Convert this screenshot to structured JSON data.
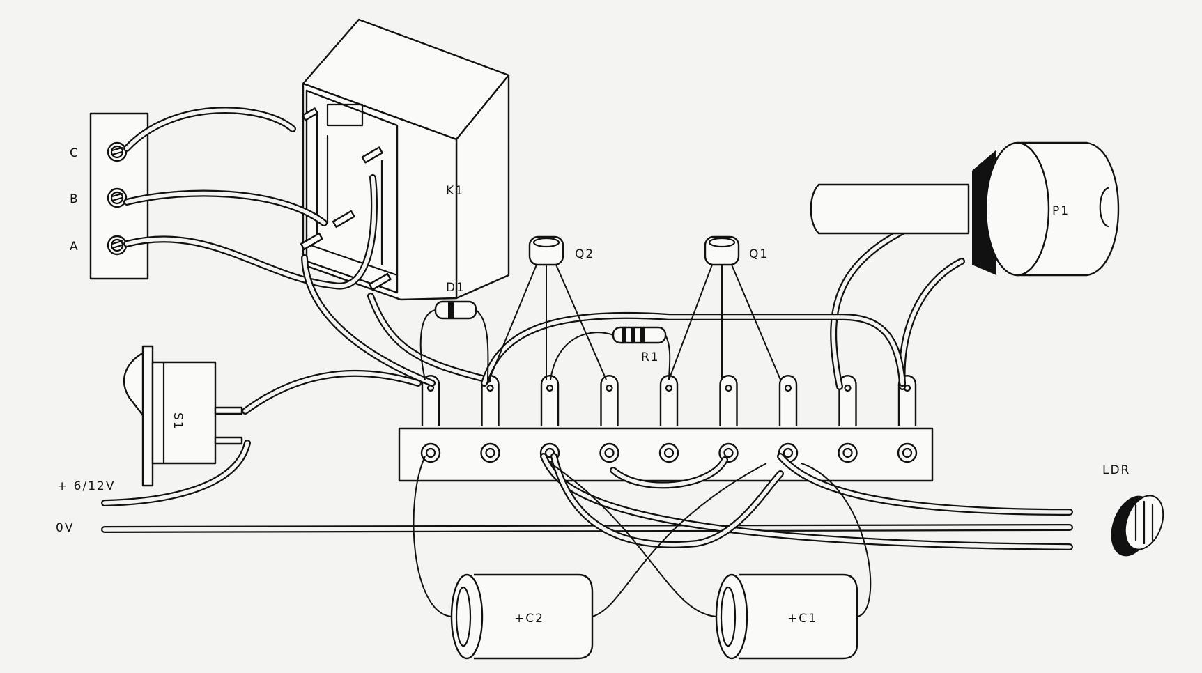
{
  "diagram": {
    "type": "wiring-assembly-diagram",
    "terminal_block": {
      "labels": [
        "C",
        "B",
        "A"
      ]
    },
    "components": {
      "relay": "K1",
      "switch": "S1",
      "diode": "D1",
      "resistor": "R1",
      "transistor_2": "Q2",
      "transistor_1": "Q1",
      "potentiometer": "P1",
      "ldr": "LDR",
      "capacitor_2": "+C2",
      "capacitor_1": "+C1"
    },
    "supply": {
      "positive": "+ 6/12V",
      "ground": "0V"
    },
    "terminal_strip": {
      "lug_count": 9
    },
    "colors": {
      "ink": "#111111",
      "paper": "#f4f4f2"
    }
  }
}
